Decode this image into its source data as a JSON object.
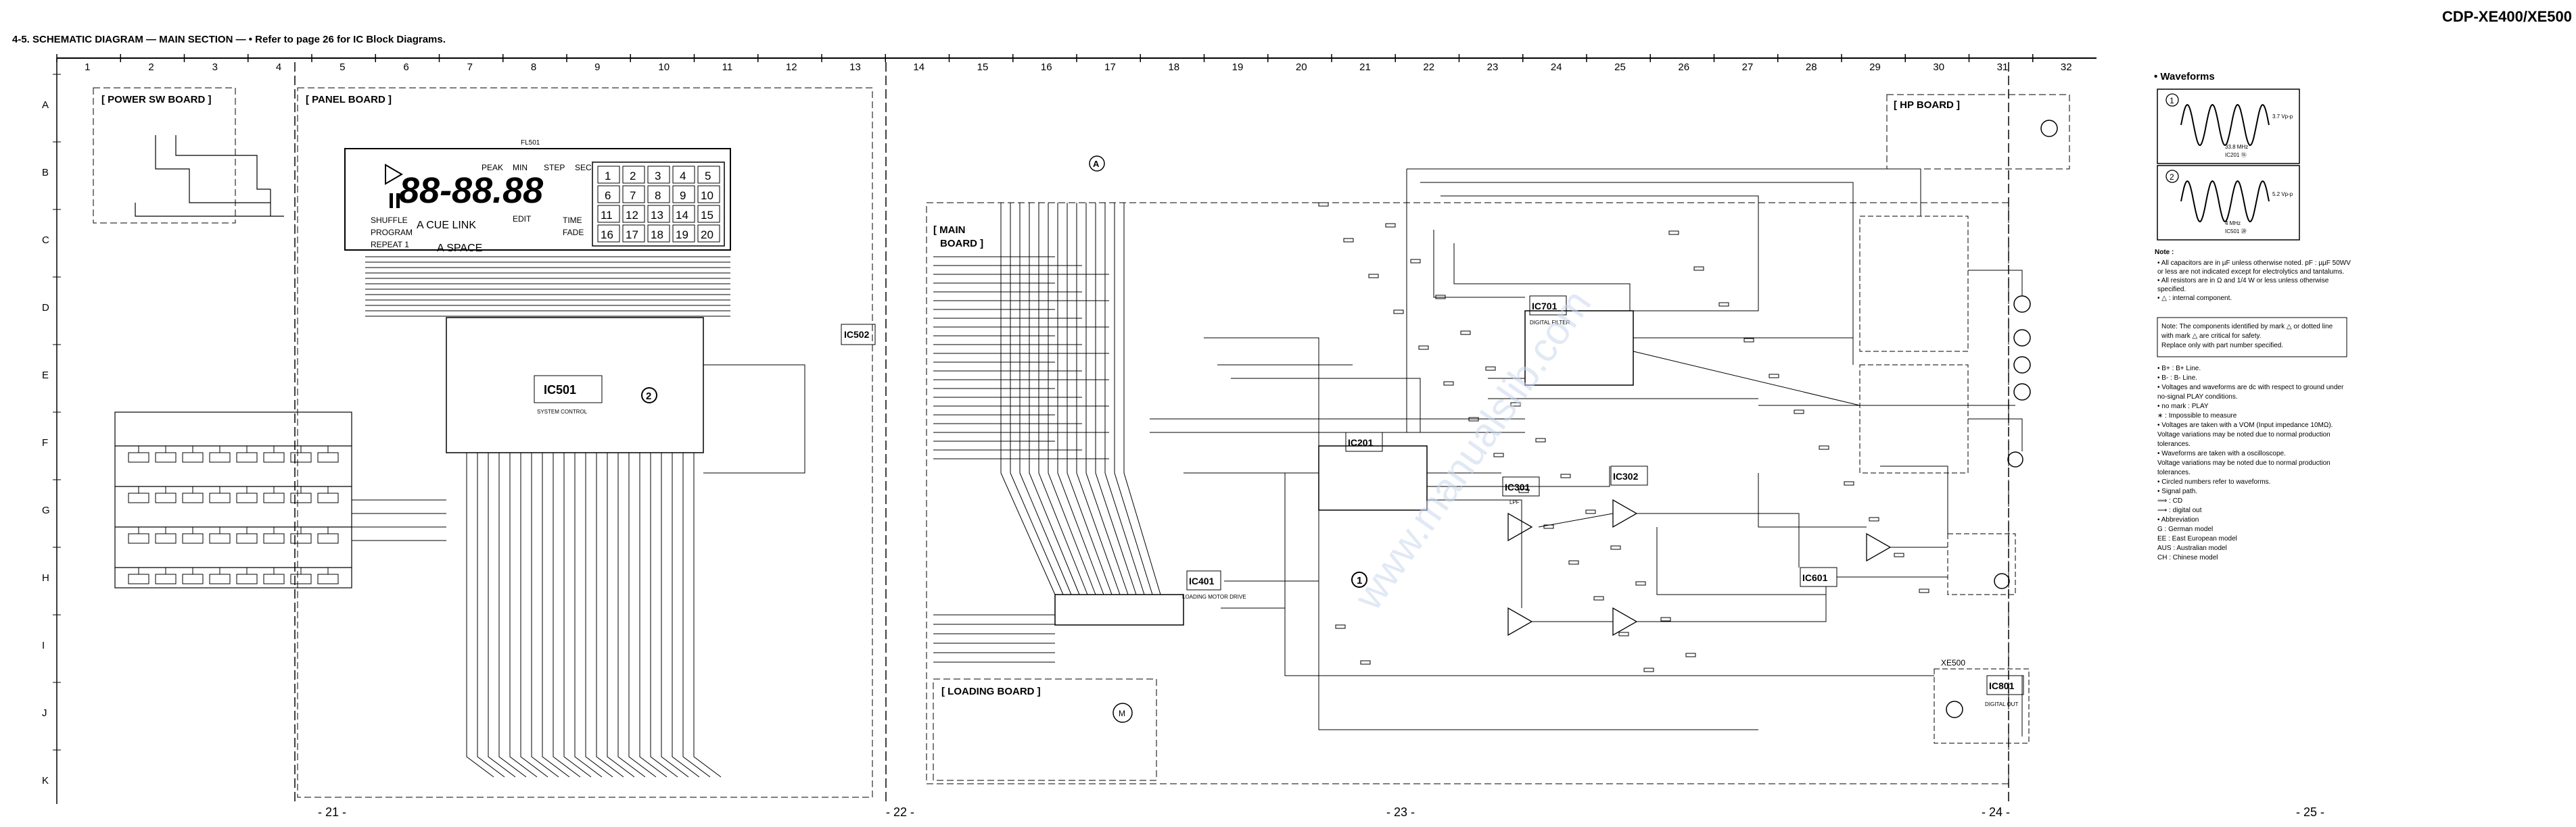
{
  "header": {
    "title": "4-5. SCHEMATIC DIAGRAM — MAIN SECTION — • Refer to page 26 for IC Block Diagrams.",
    "model": "CDP-XE400/XE500"
  },
  "columns": [
    "1",
    "2",
    "3",
    "4",
    "5",
    "6",
    "7",
    "8",
    "9",
    "10",
    "11",
    "12",
    "13",
    "14",
    "15",
    "16",
    "17",
    "18",
    "19",
    "20",
    "21",
    "22",
    "23",
    "24",
    "25",
    "26",
    "27",
    "28",
    "29",
    "30",
    "31",
    "32"
  ],
  "rows": [
    "A",
    "B",
    "C",
    "D",
    "E",
    "F",
    "G",
    "H",
    "I",
    "J",
    "K"
  ],
  "boards": {
    "power_sw": "[ POWER SW BOARD ]",
    "panel": "[ PANEL BOARD ]",
    "main": "[ MAIN BOARD ]",
    "loading": "[ LOADING BOARD ]",
    "hp": "[ HP BOARD ]"
  },
  "ics": [
    "IC501",
    "IC502",
    "IC401",
    "IC701",
    "IC201",
    "IC301",
    "IC302",
    "IC601",
    "IC801"
  ],
  "ic_notes": {
    "ic501": "SYSTEM CONTROL",
    "ic401": "LOADING MOTOR DRIVE",
    "ic701": "DIGITAL FILTER",
    "ic301": "LPF",
    "ic801": "DIGITAL OUT"
  },
  "display": {
    "fl": "FL501",
    "digits": "88-88.88",
    "labels_top": [
      "PEAK",
      "MIN",
      "STEP",
      "SEC"
    ],
    "labels_left": [
      "SHUFFLE",
      "PROGRAM",
      "REPEAT 1"
    ],
    "labels_mid": [
      "A CUE LINK",
      "A SPACE",
      "EDIT",
      "TIME",
      "FADE"
    ],
    "grid": [
      "1",
      "2",
      "3",
      "4",
      "5",
      "6",
      "7",
      "8",
      "9",
      "10",
      "11",
      "12",
      "13",
      "14",
      "15",
      "16",
      "17",
      "18",
      "19",
      "20"
    ]
  },
  "misc": {
    "xe500": "XE500",
    "marker_a": "A",
    "marker_1": "1",
    "marker_2": "2",
    "watermark": "www.manualslib.com"
  },
  "page_numbers": [
    "- 21 -",
    "- 22 -",
    "- 23 -",
    "- 24 -",
    "- 25 -"
  ],
  "waveforms": {
    "title": "• Waveforms",
    "w1_num": "1",
    "w1_freq": "33.8 MHz",
    "w1_volt": "3.7 Vp-p",
    "w1_ref": "IC201 ⑮",
    "w2_num": "2",
    "w2_freq": "4 MHz",
    "w2_volt": "5.2 Vp-p",
    "w2_ref": "IC501 ⑳"
  },
  "notes": {
    "heading": "Note :",
    "items": [
      "• All capacitors are in µF unless otherwise noted. pF : µµF 50WV",
      "  or less are not indicated except for electrolytics and tantalums.",
      "• All resistors are in Ω and 1/4 W or less unless otherwise",
      "  specified.",
      "• △ : internal component."
    ],
    "box": [
      "Note: The components identified by mark △ or dotted line",
      "with mark △ are critical for safety.",
      "Replace only with part number specified."
    ],
    "items2": [
      "• B+ : B+ Line.",
      "• B- : B- Line.",
      "• Voltages and waveforms are dc with respect to ground under",
      "  no-signal PLAY conditions.",
      "• no mark : PLAY",
      "  ∗ : Impossible to measure",
      "• Voltages are taken with a VOM (Input impedance 10MΩ).",
      "  Voltage variations may be noted due to normal production",
      "  tolerances.",
      "• Waveforms are taken with a oscilloscope.",
      "  Voltage variations may be noted due to normal production",
      "  tolerances.",
      "• Circled numbers refer to waveforms.",
      "• Signal path.",
      "  ⟹ : CD",
      "  ⟶ : digital out",
      "• Abbreviation",
      "  G : German model",
      "  EE : East European model",
      "  AUS : Australian model",
      "  CH : Chinese model"
    ]
  }
}
